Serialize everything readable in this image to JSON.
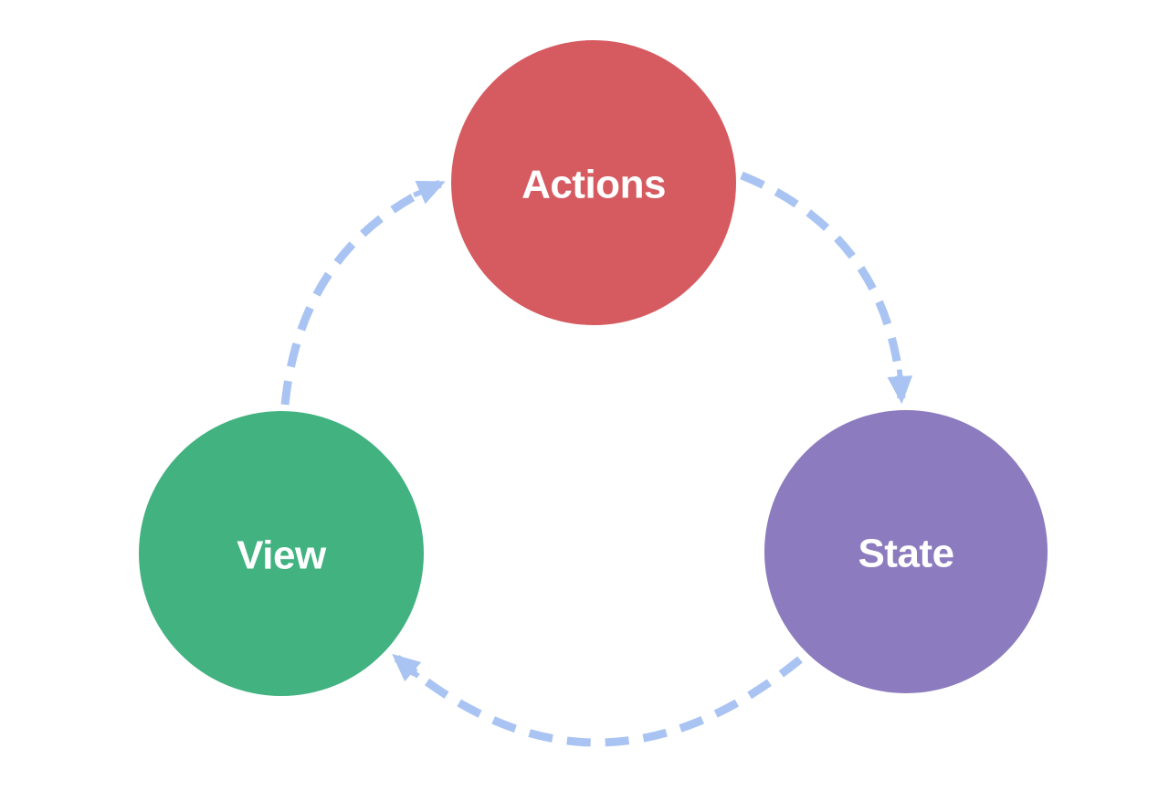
{
  "diagram": {
    "background": "#ffffff",
    "label_color": "#ffffff",
    "arrow_color": "#a9c4f2",
    "nodes": [
      {
        "id": "actions",
        "label": "Actions",
        "color": "#d65b61"
      },
      {
        "id": "state",
        "label": "State",
        "color": "#8c7bbe"
      },
      {
        "id": "view",
        "label": "View",
        "color": "#42b280"
      }
    ],
    "edges": [
      {
        "id": "actions-to-state",
        "from": "actions",
        "to": "state"
      },
      {
        "id": "state-to-view",
        "from": "state",
        "to": "view"
      },
      {
        "id": "view-to-actions",
        "from": "view",
        "to": "actions"
      }
    ]
  }
}
